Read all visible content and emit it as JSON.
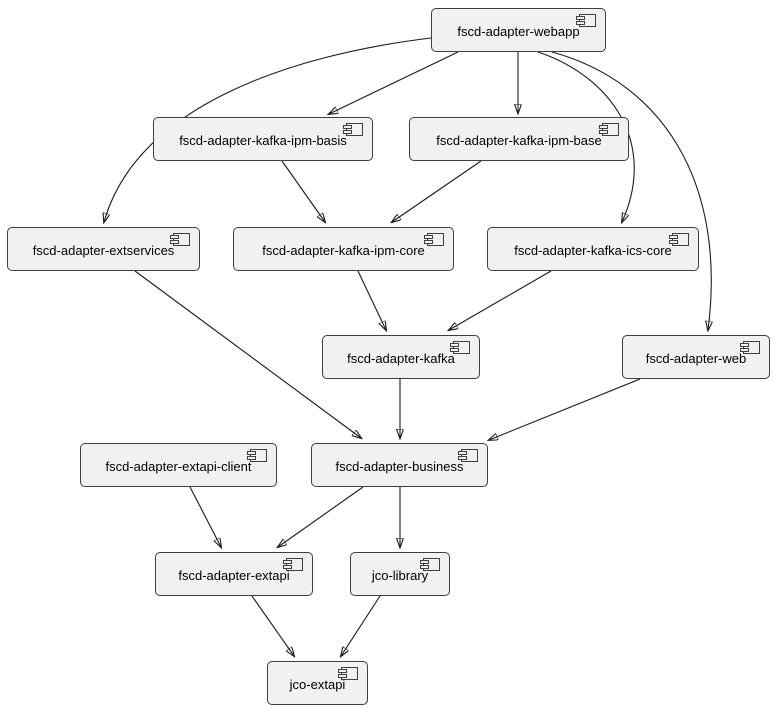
{
  "diagram": {
    "type": "uml-component-dependency-diagram",
    "colors": {
      "background": "#ffffff",
      "node_fill": "#f1f1f1",
      "node_border": "#3f3f3f",
      "arrow": "#1b1b1b",
      "text": "#000000"
    },
    "nodes": [
      {
        "id": "webapp",
        "label": "fscd-adapter-webapp"
      },
      {
        "id": "kafka-ipm-basis",
        "label": "fscd-adapter-kafka-ipm-basis"
      },
      {
        "id": "kafka-ipm-base",
        "label": "fscd-adapter-kafka-ipm-base"
      },
      {
        "id": "extservices",
        "label": "fscd-adapter-extservices"
      },
      {
        "id": "kafka-ipm-core",
        "label": "fscd-adapter-kafka-ipm-core"
      },
      {
        "id": "kafka-ics-core",
        "label": "fscd-adapter-kafka-ics-core"
      },
      {
        "id": "kafka",
        "label": "fscd-adapter-kafka"
      },
      {
        "id": "web",
        "label": "fscd-adapter-web"
      },
      {
        "id": "extapi-client",
        "label": "fscd-adapter-extapi-client"
      },
      {
        "id": "business",
        "label": "fscd-adapter-business"
      },
      {
        "id": "extapi",
        "label": "fscd-adapter-extapi"
      },
      {
        "id": "jco-library",
        "label": "jco-library"
      },
      {
        "id": "jco-extapi",
        "label": "jco-extapi"
      }
    ],
    "edges": [
      {
        "from": "fscd-adapter-webapp",
        "to": "fscd-adapter-kafka-ipm-basis"
      },
      {
        "from": "fscd-adapter-webapp",
        "to": "fscd-adapter-kafka-ipm-base"
      },
      {
        "from": "fscd-adapter-webapp",
        "to": "fscd-adapter-extservices"
      },
      {
        "from": "fscd-adapter-webapp",
        "to": "fscd-adapter-kafka-ics-core"
      },
      {
        "from": "fscd-adapter-webapp",
        "to": "fscd-adapter-web"
      },
      {
        "from": "fscd-adapter-kafka-ipm-basis",
        "to": "fscd-adapter-kafka-ipm-core"
      },
      {
        "from": "fscd-adapter-kafka-ipm-base",
        "to": "fscd-adapter-kafka-ipm-core"
      },
      {
        "from": "fscd-adapter-kafka-ipm-core",
        "to": "fscd-adapter-kafka"
      },
      {
        "from": "fscd-adapter-kafka-ics-core",
        "to": "fscd-adapter-kafka"
      },
      {
        "from": "fscd-adapter-extservices",
        "to": "fscd-adapter-business"
      },
      {
        "from": "fscd-adapter-kafka",
        "to": "fscd-adapter-business"
      },
      {
        "from": "fscd-adapter-web",
        "to": "fscd-adapter-business"
      },
      {
        "from": "fscd-adapter-extapi-client",
        "to": "fscd-adapter-extapi"
      },
      {
        "from": "fscd-adapter-business",
        "to": "fscd-adapter-extapi"
      },
      {
        "from": "fscd-adapter-business",
        "to": "jco-library"
      },
      {
        "from": "fscd-adapter-extapi",
        "to": "jco-extapi"
      },
      {
        "from": "jco-library",
        "to": "jco-extapi"
      }
    ]
  }
}
